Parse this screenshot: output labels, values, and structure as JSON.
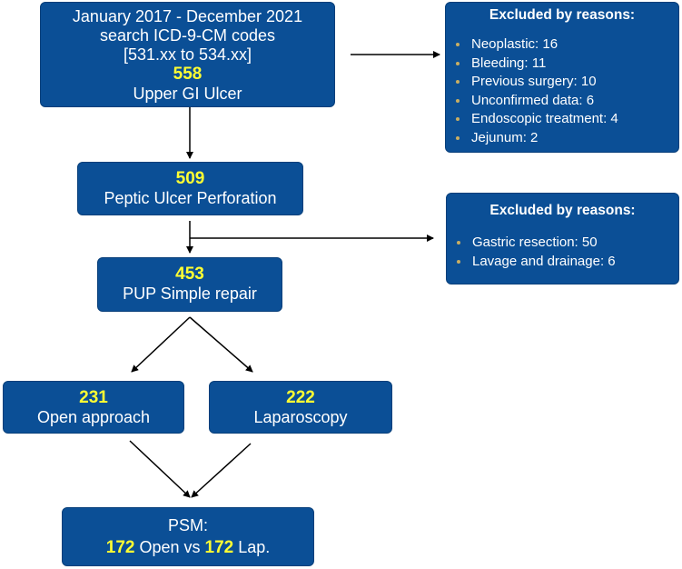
{
  "boxes": {
    "search": {
      "line1": "January 2017 -  December 2021",
      "line2": "search ICD-9-CM codes",
      "line3": "[531.xx to 534.xx]",
      "count": "558",
      "label": "Upper GI Ulcer"
    },
    "perforation": {
      "count": "509",
      "label": "Peptic Ulcer Perforation"
    },
    "simple_repair": {
      "count": "453",
      "label": "PUP Simple repair"
    },
    "open": {
      "count": "231",
      "label": "Open approach"
    },
    "laparoscopy": {
      "count": "222",
      "label": "Laparoscopy"
    },
    "psm": {
      "line1": "PSM:",
      "open_count": "172",
      "open_label": " Open vs ",
      "lap_count": "172",
      "lap_label": " Lap."
    }
  },
  "exclusions": [
    {
      "title": "Excluded by reasons:",
      "items": [
        {
          "text": "Neoplastic: 16"
        },
        {
          "text": "Bleeding: 11"
        },
        {
          "text": "Previous surgery: 10"
        },
        {
          "text": "Unconfirmed data: 6"
        },
        {
          "text": "Endoscopic treatment: 4"
        },
        {
          "text": "Jejunum: 2"
        }
      ]
    },
    {
      "title": "Excluded by reasons:",
      "items": [
        {
          "text": "Gastric resection: 50"
        },
        {
          "text": "Lavage and drainage: 6"
        }
      ]
    }
  ],
  "colors": {
    "box_fill": "#0b4f96",
    "count_text": "#ffff33",
    "bullet": "#c9ae62",
    "arrow": "#000000"
  }
}
